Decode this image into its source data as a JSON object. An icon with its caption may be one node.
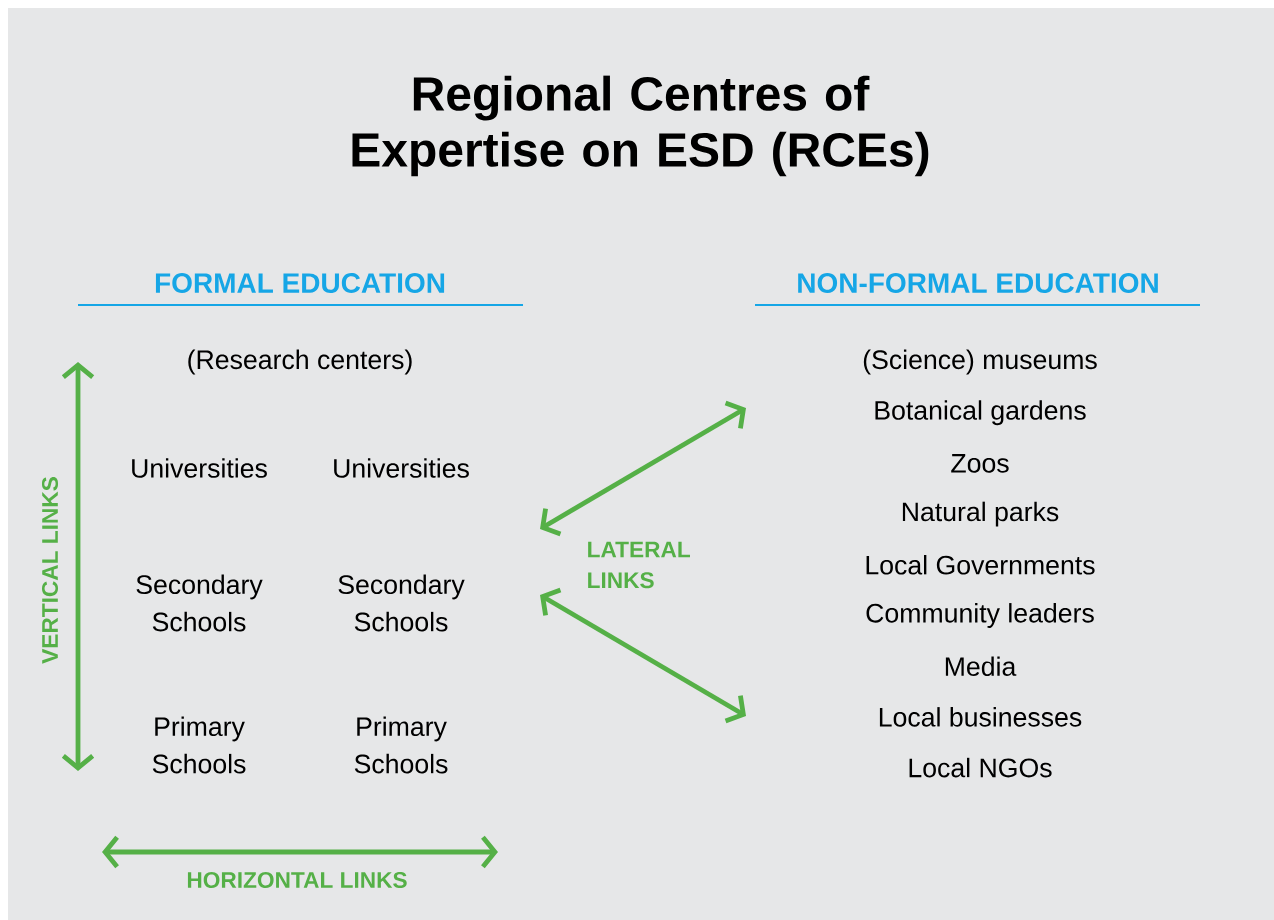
{
  "diagram": {
    "title": "Regional Centres of Expertise on ESD (RCEs)",
    "labels": [
      "FORMAL EDUCATION",
      "NON-FORMAL EDUCATION",
      "(Research centers)",
      "Universities",
      "Universities",
      "Secondary Schools",
      "Secondary Schools",
      "Primary Schools",
      "Primary Schools",
      "VERTICAL LINKS",
      "LATERAL LINKS",
      "HORIZONTAL LINKS",
      "(Science) museums",
      "Botanical gardens",
      "Zoos",
      "Natural parks",
      "Local Governments",
      "Community leaders",
      "Media",
      "Local businesses",
      "Local NGOs"
    ]
  }
}
